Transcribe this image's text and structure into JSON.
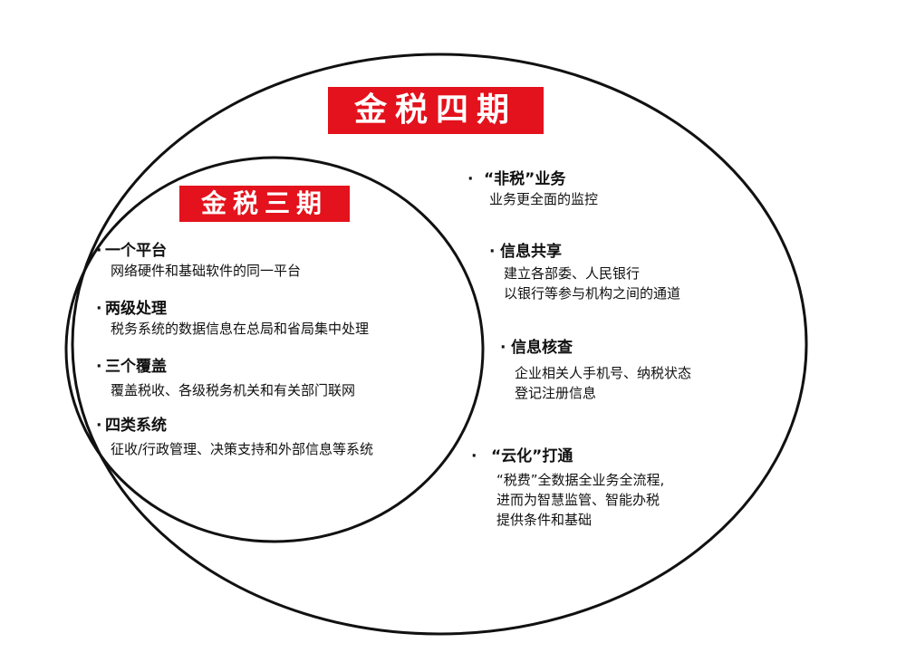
{
  "outer": {
    "title": "金税四期",
    "items": [
      {
        "heading": "“非税”业务",
        "lines": [
          "业务更全面的监控"
        ]
      },
      {
        "heading": "信息共享",
        "lines": [
          "建立各部委、人民银行",
          "以银行等参与机构之间的通道"
        ]
      },
      {
        "heading": "信息核查",
        "lines": [
          "企业相关人手机号、纳税状态",
          "登记注册信息"
        ]
      },
      {
        "heading": "“云化”打通",
        "lines": [
          "“税费”全数据全业务全流程,",
          "进而为智慧监管、智能办税",
          "提供条件和基础"
        ]
      }
    ]
  },
  "inner": {
    "title": "金税三期",
    "items": [
      {
        "heading": "一个平台",
        "lines": [
          "网络硬件和基础软件的同一平台"
        ]
      },
      {
        "heading": "两级处理",
        "lines": [
          "税务系统的数据信息在总局和省局集中处理"
        ]
      },
      {
        "heading": "三个覆盖",
        "lines": [
          "覆盖税收、各级税务机关和有关部门联网"
        ]
      },
      {
        "heading": "四类系统",
        "lines": [
          "征收/行政管理、决策支持和外部信息等系统"
        ]
      }
    ]
  },
  "bullet_symbol": "·",
  "colors": {
    "title_bg": "#e3121c",
    "title_text": "#ffffff",
    "outline": "#111111"
  }
}
